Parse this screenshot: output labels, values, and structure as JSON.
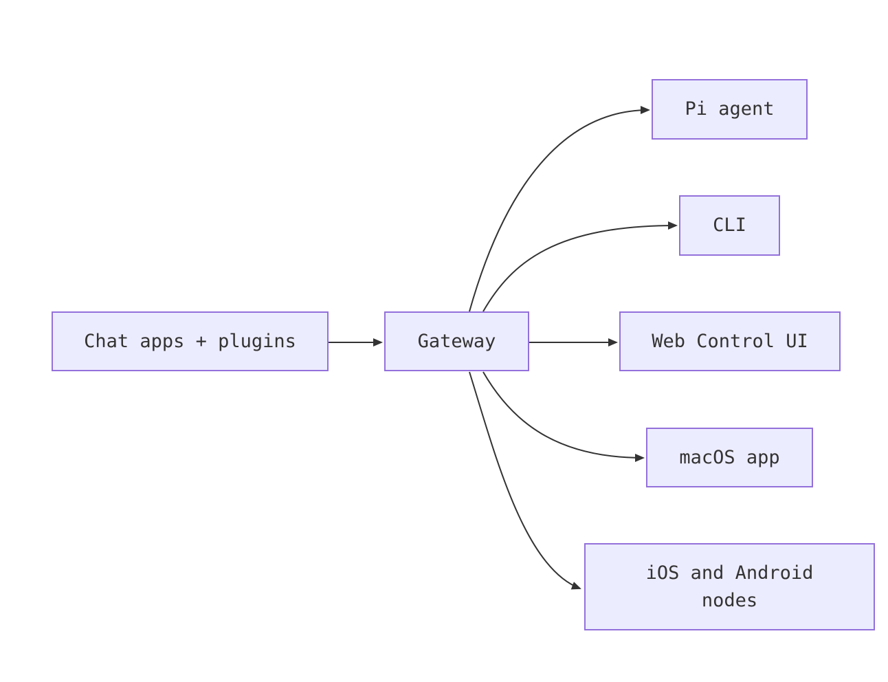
{
  "diagram": {
    "type": "flowchart",
    "direction": "left-to-right",
    "colors": {
      "node_fill": "#ECECFF",
      "node_border": "#9370DB",
      "edge": "#333333",
      "text": "#333333",
      "background": "#FFFFFF"
    },
    "nodes": [
      {
        "id": "chat",
        "label": "Chat apps + plugins"
      },
      {
        "id": "gateway",
        "label": "Gateway"
      },
      {
        "id": "pi",
        "label": "Pi agent"
      },
      {
        "id": "cli",
        "label": "CLI"
      },
      {
        "id": "web",
        "label": "Web Control UI"
      },
      {
        "id": "macos",
        "label": "macOS app"
      },
      {
        "id": "ios",
        "label": "iOS and Android\nnodes"
      }
    ],
    "edges": [
      {
        "from": "Chat apps + plugins",
        "to": "Gateway"
      },
      {
        "from": "Gateway",
        "to": "Pi agent"
      },
      {
        "from": "Gateway",
        "to": "CLI"
      },
      {
        "from": "Gateway",
        "to": "Web Control UI"
      },
      {
        "from": "Gateway",
        "to": "macOS app"
      },
      {
        "from": "Gateway",
        "to": "iOS and Android nodes"
      }
    ]
  }
}
